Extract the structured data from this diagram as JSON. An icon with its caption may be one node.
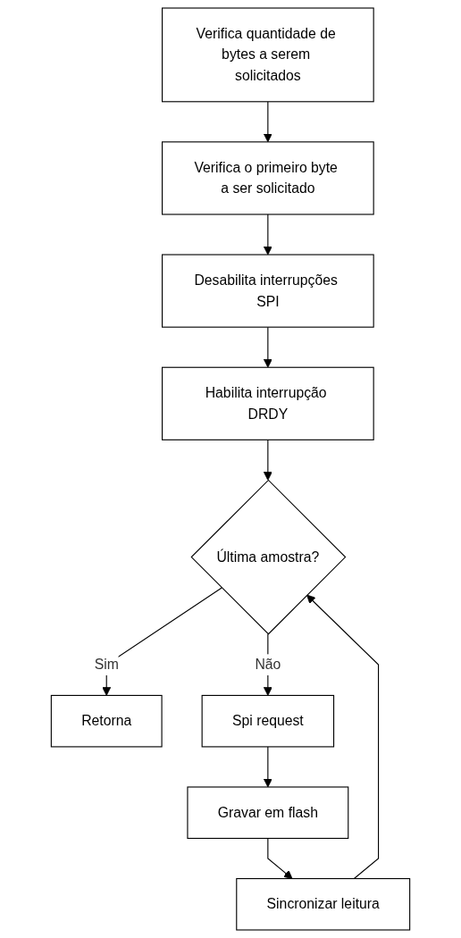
{
  "diagram": {
    "nodes": [
      {
        "text": [
          "Verifica quantidade de bytes a serem solicitados"
        ]
      },
      {
        "text": [
          "Verifica o primeiro byte a ser solicitado"
        ]
      },
      {
        "text": [
          "Desabilita interrupções SPI"
        ]
      },
      {
        "text": [
          "Habilita interrupção DRDY"
        ]
      },
      {
        "text": [
          "Última amostra?"
        ]
      },
      {
        "text": [
          "Retorna"
        ]
      },
      {
        "text": [
          "Spi request"
        ]
      },
      {
        "text": [
          "Gravar em flash"
        ]
      },
      {
        "text": [
          "Sincronizar leitura"
        ]
      }
    ],
    "edges": [
      {
        "from": 0,
        "to": 1,
        "arrow": "to"
      },
      {
        "from": 1,
        "to": 2,
        "arrow": "to"
      },
      {
        "from": 2,
        "to": 3,
        "arrow": "to"
      },
      {
        "from": 3,
        "to": 4,
        "arrow": "to"
      },
      {
        "from": 4,
        "to": 5,
        "arrow": "to",
        "label": "Sim"
      },
      {
        "from": 4,
        "to": 6,
        "arrow": "to",
        "label": "Não"
      },
      {
        "from": 6,
        "to": 7,
        "arrow": "to"
      },
      {
        "from": 7,
        "to": 8,
        "arrow": "to"
      },
      {
        "from": 8,
        "to": 4,
        "arrow": "to"
      }
    ]
  }
}
